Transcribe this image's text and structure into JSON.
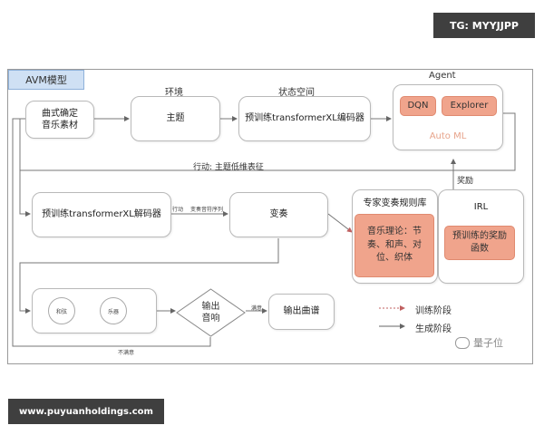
{
  "watermark_top": "TG: MYYJJPP",
  "watermark_bottom": "www.puyuanholdings.com",
  "diagram": {
    "title": "AVM模型",
    "col_env": "环境",
    "col_state": "状态空间",
    "col_agent": "Agent",
    "nodes": {
      "music_material": "曲式确定\n音乐素材",
      "theme": "主题",
      "encoder": "预训练transformerXL编码器",
      "dqn": "DQN",
      "explorer": "Explorer",
      "automl": "Auto ML",
      "decoder": "预训练transformerXL解码器",
      "variation": "变奏",
      "expert_title": "专家变奏规则库",
      "expert_rules": "音乐理论：节\n奏、和声、对\n位、织体",
      "irl": "IRL",
      "reward": "预训练的奖励\n函数",
      "circle_left": "和弦",
      "circle_right": "乐器",
      "output_audio": "输出\n音响",
      "output_score": "输出曲谱"
    },
    "edge_labels": {
      "action_theme": "行动: 主题低维表征",
      "reward": "奖励",
      "action": "行动",
      "variation_seq": "变奏音符序列",
      "satisfied": "满意",
      "unsatisfied": "不满意"
    },
    "legend": {
      "training": "训练阶段",
      "generation": "生成阶段"
    },
    "brand": "量子位"
  }
}
